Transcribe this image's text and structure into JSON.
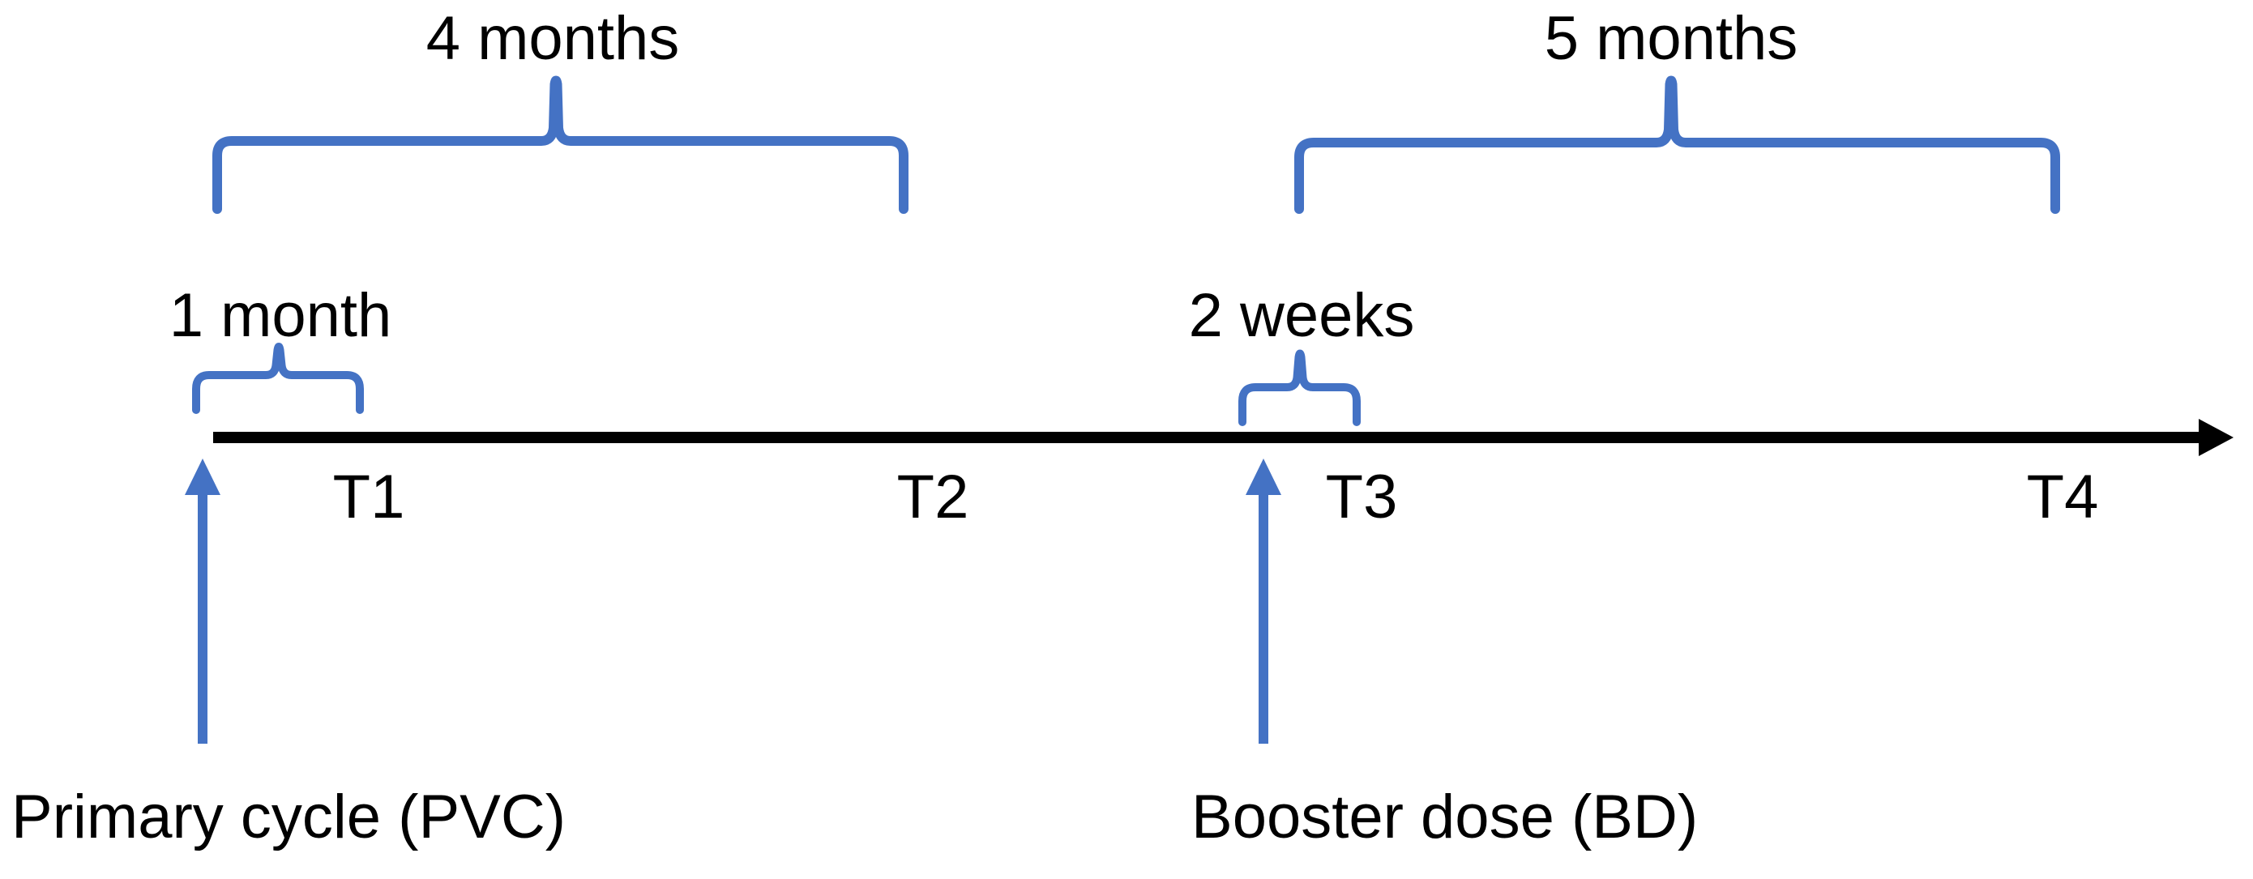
{
  "figure": {
    "durations": {
      "top_left": "4 months",
      "top_right": "5 months",
      "mid_left": "1 month",
      "mid_right": "2 weeks"
    },
    "timepoints": [
      "T1",
      "T2",
      "T3",
      "T4"
    ],
    "events": {
      "primary": "Primary cycle (PVC)",
      "booster": "Booster dose (BD)"
    },
    "colors": {
      "accent_blue": "#4472C4",
      "line_black": "#000000",
      "background": "#FFFFFF"
    }
  }
}
